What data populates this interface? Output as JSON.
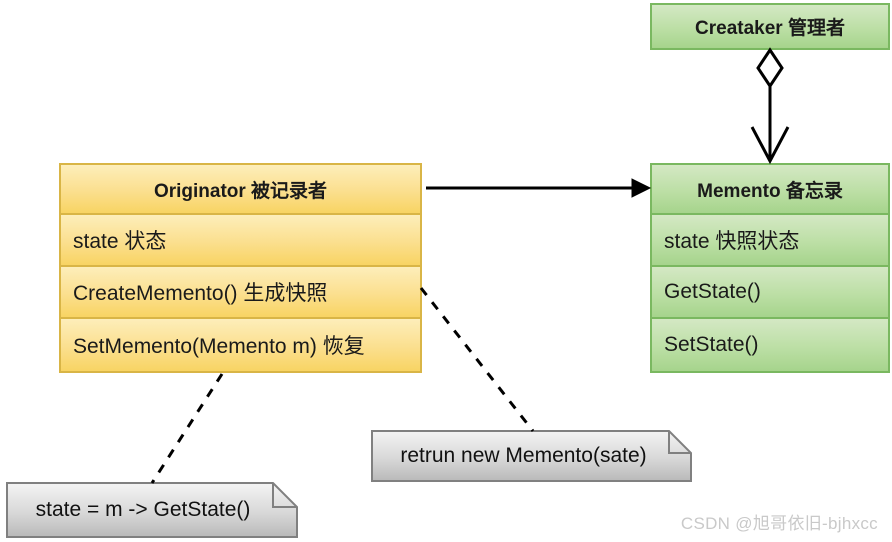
{
  "diagram": {
    "title": "Memento Pattern UML Class Diagram",
    "background": "#ffffff",
    "colors": {
      "yellow_fill_top": "#fdeeba",
      "yellow_fill_bottom": "#f8d463",
      "yellow_border": "#d9b546",
      "green_fill_top": "#d4e8c4",
      "green_fill_bottom": "#a6d48c",
      "green_border": "#7ab860",
      "note_fill_top": "#f2f2f2",
      "note_fill_bottom": "#bfbfbf",
      "note_border": "#808080",
      "line": "#000000",
      "watermark": "#c9c9c9"
    }
  },
  "classes": {
    "caretaker": {
      "name": "Creataker  管理者",
      "members": []
    },
    "originator": {
      "name": "Originator 被记录者",
      "members": [
        "state 状态",
        "CreateMemento() 生成快照",
        "SetMemento(Memento m) 恢复"
      ]
    },
    "memento": {
      "name": "Memento 备忘录",
      "members": [
        "state 快照状态",
        "GetState()",
        "SetState()"
      ]
    }
  },
  "notes": {
    "set_memento_note": "state = m -> GetState()",
    "create_memento_note": "retrun new Memento(sate)"
  },
  "connectors": {
    "caretaker_to_memento": {
      "kind": "aggregation-arrow",
      "from": "caretaker",
      "to": "memento"
    },
    "originator_to_memento": {
      "kind": "association-arrow",
      "from": "originator",
      "to": "memento"
    },
    "set_memento_link": {
      "kind": "dashed-note-link",
      "from": "set_memento_note",
      "to": "originator"
    },
    "create_memento_link": {
      "kind": "dashed-note-link",
      "from": "create_memento_note",
      "to": "originator"
    }
  },
  "watermark": {
    "text": "CSDN @旭哥依旧-bjhxcc"
  }
}
